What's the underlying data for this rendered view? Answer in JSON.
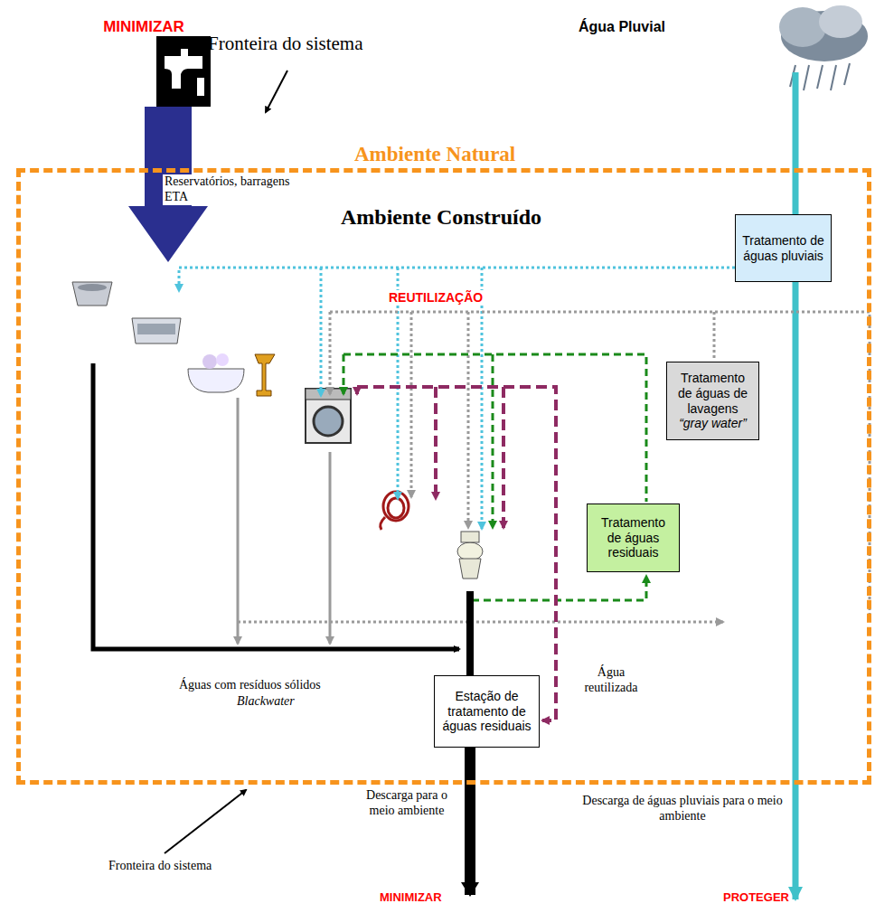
{
  "diagram": {
    "nodes": [
      {
        "text": [
          "Ambiente Construído"
        ]
      },
      {
        "text": [
          "Tratamento de águas pluviais"
        ],
        "in": 0
      },
      {
        "text": [
          "Tratamento de águas de lavagens",
          "“gray water”"
        ],
        "in": 0
      },
      {
        "text": [
          "Tratamento de águas residuais"
        ],
        "in": 0
      },
      {
        "text": [
          "Estação de tratamento de águas residuais"
        ],
        "in": 0
      }
    ],
    "labels": [
      "MINIMIZAR",
      "Água Pluvial",
      "Fronteira do sistema",
      "Ambiente Natural",
      "Reservatórios, barragens ETA",
      "REUTILIZAÇÃO",
      "Águas com resíduos sólidos",
      "Blackwater",
      "Água reutilizada",
      "Descarga para o meio ambiente",
      "Descarga de águas pluviais para o meio ambiente",
      "Fronteira do sistema",
      "MINIMIZAR",
      "PROTEGER"
    ]
  }
}
